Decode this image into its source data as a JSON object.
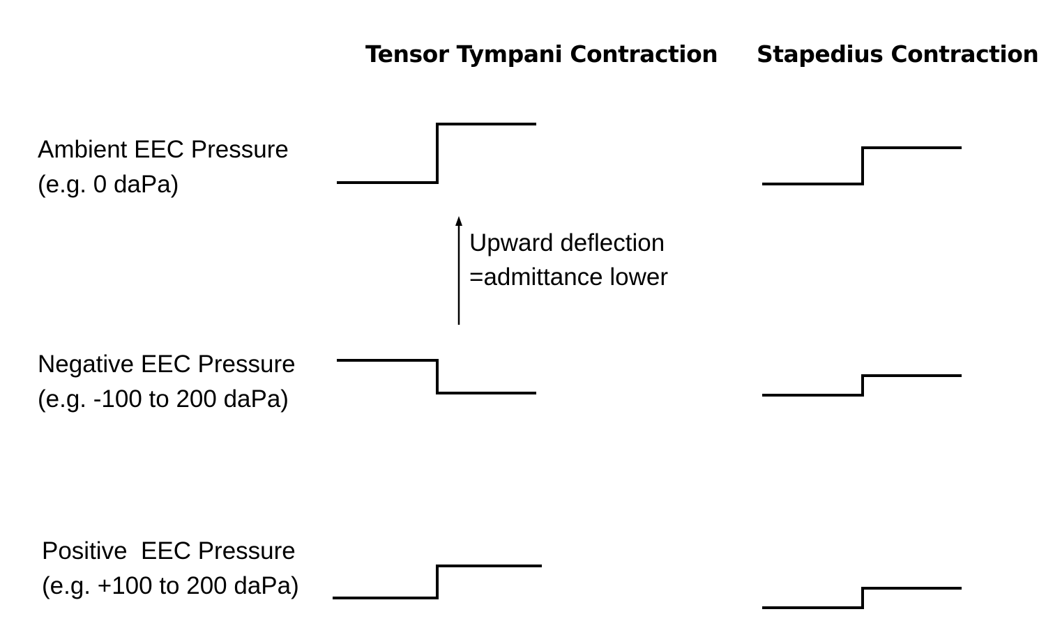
{
  "columns": {
    "tensor_tympani": "Tensor Tympani Contraction",
    "stapedius": "Stapedius Contraction"
  },
  "rows": {
    "ambient": {
      "line1": "Ambient EEC Pressure",
      "line2": "(e.g. 0 daPa)"
    },
    "negative": {
      "line1": "Negative EEC Pressure",
      "line2": "(e.g. -100 to 200 daPa)"
    },
    "positive": {
      "line1": "Positive  EEC Pressure",
      "line2": "(e.g. +100 to 200 daPa)"
    }
  },
  "annotation": {
    "line1": "Upward deflection",
    "line2": "=admittance lower"
  },
  "traces": {
    "tensor_tympani": {
      "ambient": "upward",
      "negative": "downward",
      "positive": "upward"
    },
    "stapedius": {
      "ambient": "upward",
      "negative": "upward",
      "positive": "upward"
    }
  }
}
